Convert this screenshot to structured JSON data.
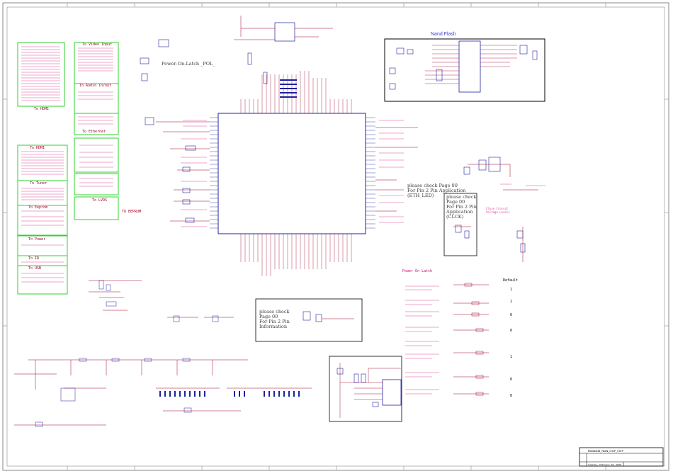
{
  "sheet": {
    "border_color": "#8a8a8a",
    "group_color": "#2fd12f",
    "box_color": "#000000",
    "wire_color": "#a00028",
    "net_color": "#d0006f",
    "part_color": "#2020a0",
    "accent_blue": "#3b3bd1"
  },
  "left_groups": {
    "hdmi_top": "To HDMI",
    "video_input": "To Video Input",
    "audio_in_out": "To Audio in/out",
    "ethernet": "To Ethernet",
    "hdmi2": "To HDMI",
    "tuner": "To Tuner",
    "eeprom": "To Eeprom",
    "power": "To Power",
    "ir": "To IR",
    "usb": "To USB",
    "lvds": "To LVDS",
    "to_eeprom_right": "TO EEPROM"
  },
  "titles": {
    "nand_flash": "Nand Flash",
    "power_on_latch": "Power-On-Latch _POL_",
    "power_on_latch_2": "Power On Latch",
    "default": "Default"
  },
  "notes": {
    "eth_led": [
      "please check  Page 00",
      "For Pin 2 Pin Application",
      "(ETH_LED)"
    ],
    "clock": [
      "please check",
      "Page 00",
      "For Pin 2 Pin",
      "Application",
      "(CLCK)"
    ],
    "info": [
      "please check",
      "Page 00",
      "For Pin 2 Pin",
      "Information"
    ],
    "magenta_small": [
      "Close Crossst",
      "Voltage Levels"
    ]
  },
  "default_values": [
    "1",
    "1",
    "0",
    "0",
    "1",
    "0",
    "0"
  ],
  "title_block": {
    "name": "MSD6A638_MAIN_CHIP_STEP",
    "date": "Tuesday, February 10, 2015"
  }
}
